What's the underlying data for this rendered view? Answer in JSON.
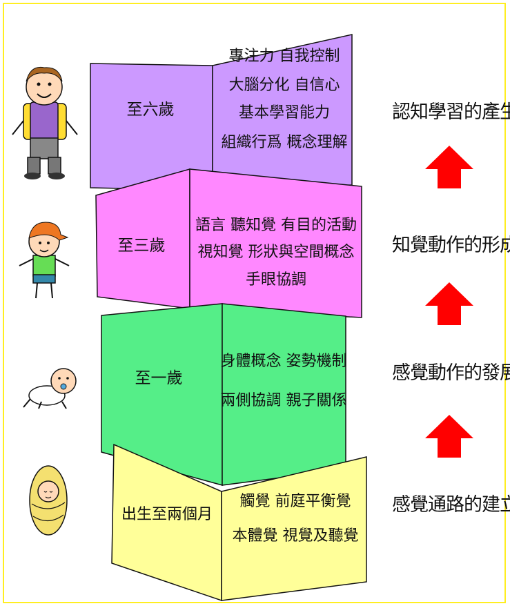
{
  "blocks": [
    {
      "age": "至六歲",
      "lines": [
        "專注力 自我控制",
        "大腦分化 自信心",
        "基本學習能力",
        "組織行爲 概念理解"
      ],
      "color": "#cc99ff"
    },
    {
      "age": "至三歲",
      "lines": [
        "語言 聽知覺 有目的活動",
        "視知覺 形狀與空間概念",
        "手眼協調"
      ],
      "color": "#ff88ff"
    },
    {
      "age": "至一歲",
      "lines": [
        "身體概念 姿勢機制",
        "兩側協調 親子關係"
      ],
      "color": "#55ee88"
    },
    {
      "age": "出生至兩個月",
      "lines": [
        "觸覺 前庭平衡覺",
        "本體覺 視覺及聽覺"
      ],
      "color": "#ffff99"
    }
  ],
  "stages": [
    "認知學習的產生",
    "知覺動作的形成",
    "感覺動作的發展",
    "感覺通路的建立"
  ],
  "icons": [
    "boy-with-backpack-icon",
    "child-with-cap-icon",
    "crawling-baby-icon",
    "swaddled-newborn-icon",
    "up-arrow-icon"
  ],
  "colors": {
    "arrow": "#ff0000",
    "frame": "#ffee22"
  }
}
